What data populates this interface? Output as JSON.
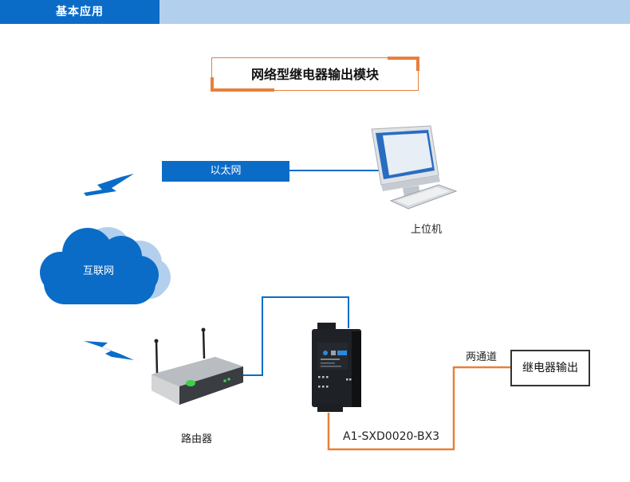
{
  "header": {
    "tab_label": "基本应用"
  },
  "title": "网络型继电器输出模块",
  "nodes": {
    "ethernet": {
      "label": "以太网"
    },
    "pc": {
      "label": "上位机"
    },
    "internet": {
      "label": "互联网"
    },
    "router": {
      "label": "路由器"
    },
    "device": {
      "label": "A1-SXD0020-BX3"
    },
    "channels": {
      "label": "两通道"
    },
    "relay_output": {
      "label": "继电器输出"
    }
  },
  "colors": {
    "brand_blue": "#0b6cc8",
    "light_blue": "#b3cfee",
    "accent_orange": "#e8803a"
  }
}
